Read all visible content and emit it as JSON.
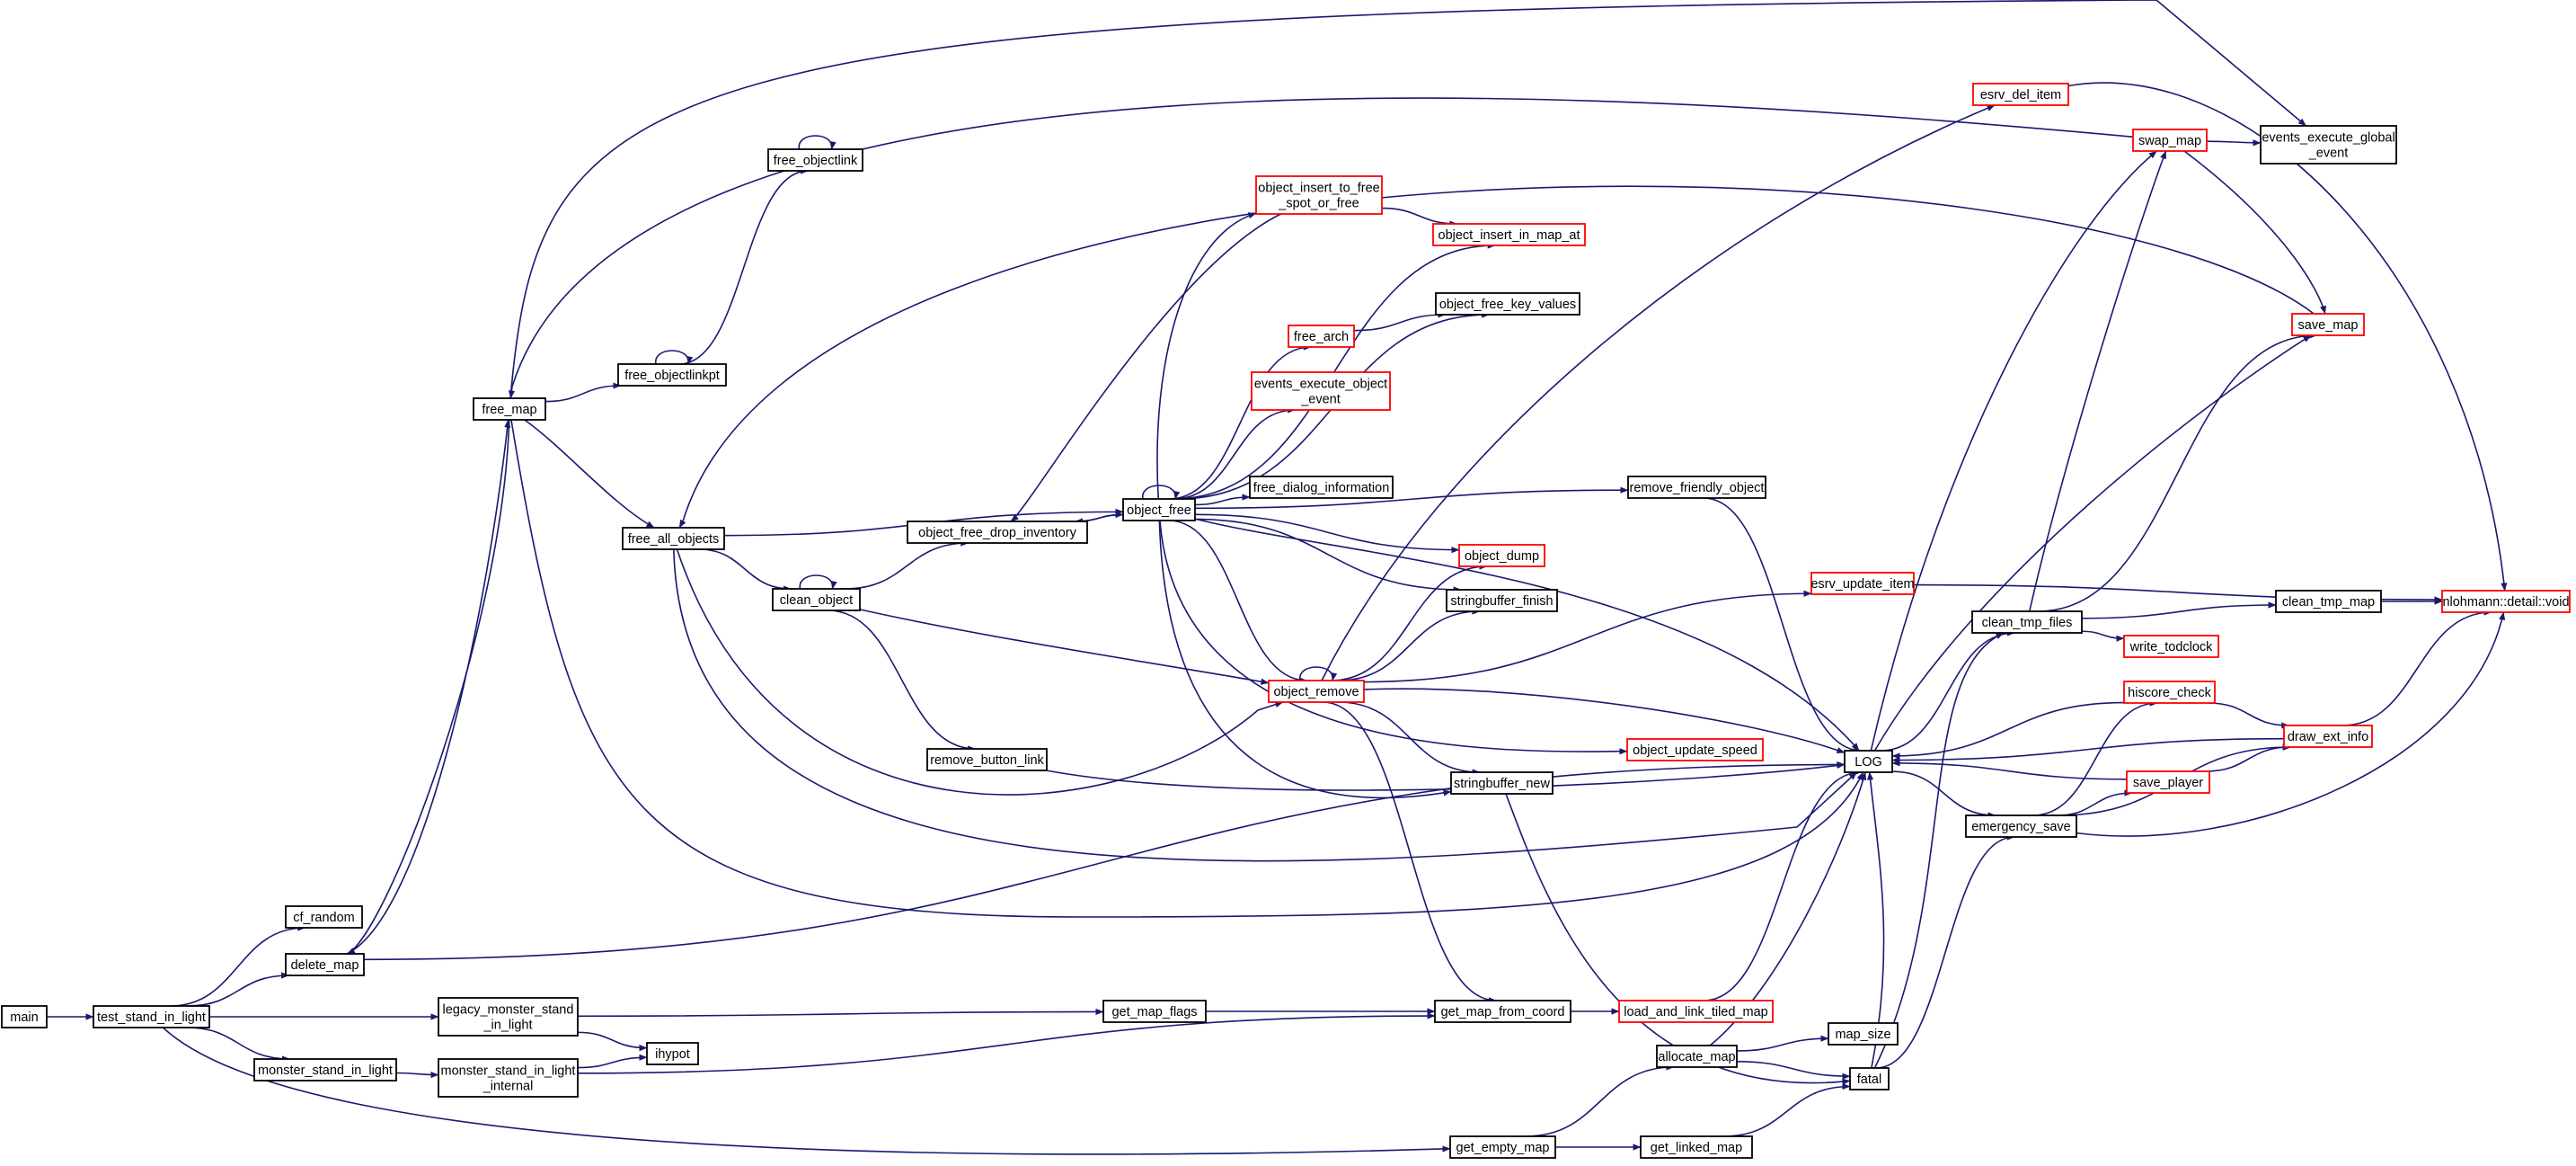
{
  "colors": {
    "edge": "#191970",
    "node_border": "#000000",
    "node_border_incomplete": "#ff0000",
    "root_fill": "#bfbfbf",
    "node_fill": "#ffffff"
  },
  "nodes": [
    {
      "id": "main",
      "label": [
        "main"
      ],
      "style": "root"
    },
    {
      "id": "test_stand_in_light",
      "label": [
        "test_stand_in_light"
      ],
      "style": "normal"
    },
    {
      "id": "cf_random",
      "label": [
        "cf_random"
      ],
      "style": "normal"
    },
    {
      "id": "delete_map",
      "label": [
        "delete_map"
      ],
      "style": "normal"
    },
    {
      "id": "legacy_monster_stand_in_light",
      "label": [
        "legacy_monster_stand",
        "_in_light"
      ],
      "style": "normal"
    },
    {
      "id": "monster_stand_in_light",
      "label": [
        "monster_stand_in_light"
      ],
      "style": "normal"
    },
    {
      "id": "monster_stand_in_light_internal",
      "label": [
        "monster_stand_in_light",
        "_internal"
      ],
      "style": "normal"
    },
    {
      "id": "ihypot",
      "label": [
        "ihypot"
      ],
      "style": "normal"
    },
    {
      "id": "free_map",
      "label": [
        "free_map"
      ],
      "style": "normal"
    },
    {
      "id": "free_objectlinkpt",
      "label": [
        "free_objectlinkpt"
      ],
      "style": "normal"
    },
    {
      "id": "free_objectlink",
      "label": [
        "free_objectlink"
      ],
      "style": "normal"
    },
    {
      "id": "free_all_objects",
      "label": [
        "free_all_objects"
      ],
      "style": "normal"
    },
    {
      "id": "clean_object",
      "label": [
        "clean_object"
      ],
      "style": "normal"
    },
    {
      "id": "object_free_drop_inventory",
      "label": [
        "object_free_drop_inventory"
      ],
      "style": "normal"
    },
    {
      "id": "object_free",
      "label": [
        "object_free"
      ],
      "style": "normal"
    },
    {
      "id": "remove_button_link",
      "label": [
        "remove_button_link"
      ],
      "style": "normal"
    },
    {
      "id": "object_insert_to_free_spot_or_free",
      "label": [
        "object_insert_to_free",
        "_spot_or_free"
      ],
      "style": "incomplete"
    },
    {
      "id": "object_insert_in_map_at",
      "label": [
        "object_insert_in_map_at"
      ],
      "style": "incomplete"
    },
    {
      "id": "object_free_key_values",
      "label": [
        "object_free_key_values"
      ],
      "style": "normal"
    },
    {
      "id": "free_arch",
      "label": [
        "free_arch"
      ],
      "style": "incomplete"
    },
    {
      "id": "events_execute_object_event",
      "label": [
        "events_execute_object",
        "_event"
      ],
      "style": "incomplete"
    },
    {
      "id": "free_dialog_information",
      "label": [
        "free_dialog_information"
      ],
      "style": "normal"
    },
    {
      "id": "object_dump",
      "label": [
        "object_dump"
      ],
      "style": "incomplete"
    },
    {
      "id": "stringbuffer_finish",
      "label": [
        "stringbuffer_finish"
      ],
      "style": "normal"
    },
    {
      "id": "object_remove",
      "label": [
        "object_remove"
      ],
      "style": "incomplete"
    },
    {
      "id": "stringbuffer_new",
      "label": [
        "stringbuffer_new"
      ],
      "style": "normal"
    },
    {
      "id": "remove_friendly_object",
      "label": [
        "remove_friendly_object"
      ],
      "style": "normal"
    },
    {
      "id": "object_update_speed",
      "label": [
        "object_update_speed"
      ],
      "style": "incomplete"
    },
    {
      "id": "esrv_update_item",
      "label": [
        "esrv_update_item"
      ],
      "style": "incomplete"
    },
    {
      "id": "esrv_del_item",
      "label": [
        "esrv_del_item"
      ],
      "style": "incomplete"
    },
    {
      "id": "get_map_flags",
      "label": [
        "get_map_flags"
      ],
      "style": "normal"
    },
    {
      "id": "get_map_from_coord",
      "label": [
        "get_map_from_coord"
      ],
      "style": "normal"
    },
    {
      "id": "load_and_link_tiled_map",
      "label": [
        "load_and_link_tiled_map"
      ],
      "style": "incomplete"
    },
    {
      "id": "get_empty_map",
      "label": [
        "get_empty_map"
      ],
      "style": "normal"
    },
    {
      "id": "allocate_map",
      "label": [
        "allocate_map"
      ],
      "style": "normal"
    },
    {
      "id": "map_size",
      "label": [
        "map_size"
      ],
      "style": "normal"
    },
    {
      "id": "get_linked_map",
      "label": [
        "get_linked_map"
      ],
      "style": "normal"
    },
    {
      "id": "fatal",
      "label": [
        "fatal"
      ],
      "style": "normal"
    },
    {
      "id": "LOG",
      "label": [
        "LOG"
      ],
      "style": "normal"
    },
    {
      "id": "clean_tmp_files",
      "label": [
        "clean_tmp_files"
      ],
      "style": "normal"
    },
    {
      "id": "emergency_save",
      "label": [
        "emergency_save"
      ],
      "style": "normal"
    },
    {
      "id": "swap_map",
      "label": [
        "swap_map"
      ],
      "style": "incomplete"
    },
    {
      "id": "events_execute_global_event",
      "label": [
        "events_execute_global",
        "_event"
      ],
      "style": "normal"
    },
    {
      "id": "save_map",
      "label": [
        "save_map"
      ],
      "style": "incomplete"
    },
    {
      "id": "clean_tmp_map",
      "label": [
        "clean_tmp_map"
      ],
      "style": "normal"
    },
    {
      "id": "write_todclock",
      "label": [
        "write_todclock"
      ],
      "style": "incomplete"
    },
    {
      "id": "hiscore_check",
      "label": [
        "hiscore_check"
      ],
      "style": "incomplete"
    },
    {
      "id": "save_player",
      "label": [
        "save_player"
      ],
      "style": "incomplete"
    },
    {
      "id": "draw_ext_info",
      "label": [
        "draw_ext_info"
      ],
      "style": "incomplete"
    },
    {
      "id": "nlohmann_detail_void",
      "label": [
        "nlohmann::detail::void"
      ],
      "style": "incomplete"
    }
  ],
  "edges": [
    [
      "main",
      "test_stand_in_light"
    ],
    [
      "test_stand_in_light",
      "cf_random"
    ],
    [
      "test_stand_in_light",
      "delete_map"
    ],
    [
      "test_stand_in_light",
      "legacy_monster_stand_in_light"
    ],
    [
      "test_stand_in_light",
      "monster_stand_in_light"
    ],
    [
      "test_stand_in_light",
      "get_empty_map"
    ],
    [
      "delete_map",
      "free_map"
    ],
    [
      "delete_map",
      "LOG"
    ],
    [
      "free_map",
      "delete_map"
    ],
    [
      "free_map",
      "free_objectlinkpt"
    ],
    [
      "free_map",
      "free_all_objects"
    ],
    [
      "free_map",
      "LOG"
    ],
    [
      "free_map",
      "events_execute_global_event"
    ],
    [
      "free_objectlinkpt",
      "free_objectlink"
    ],
    [
      "free_objectlinkpt",
      "free_objectlinkpt"
    ],
    [
      "free_objectlink",
      "free_objectlink"
    ],
    [
      "free_all_objects",
      "clean_object"
    ],
    [
      "free_all_objects",
      "object_free"
    ],
    [
      "free_all_objects",
      "object_remove"
    ],
    [
      "free_all_objects",
      "LOG"
    ],
    [
      "clean_object",
      "clean_object"
    ],
    [
      "clean_object",
      "object_free_drop_inventory"
    ],
    [
      "clean_object",
      "object_remove"
    ],
    [
      "clean_object",
      "remove_button_link"
    ],
    [
      "object_free_drop_inventory",
      "object_free"
    ],
    [
      "object_free",
      "object_free_drop_inventory"
    ],
    [
      "object_free",
      "object_free"
    ],
    [
      "object_free",
      "object_insert_to_free_spot_or_free"
    ],
    [
      "object_free",
      "object_insert_in_map_at"
    ],
    [
      "object_free",
      "object_free_key_values"
    ],
    [
      "object_free",
      "free_arch"
    ],
    [
      "object_free",
      "events_execute_object_event"
    ],
    [
      "object_free",
      "free_dialog_information"
    ],
    [
      "object_free",
      "remove_friendly_object"
    ],
    [
      "object_free",
      "object_dump"
    ],
    [
      "object_free",
      "stringbuffer_finish"
    ],
    [
      "object_free",
      "object_remove"
    ],
    [
      "object_free",
      "stringbuffer_new"
    ],
    [
      "object_free",
      "object_update_speed"
    ],
    [
      "object_free",
      "LOG"
    ],
    [
      "object_insert_to_free_spot_or_free",
      "object_insert_in_map_at"
    ],
    [
      "object_insert_to_free_spot_or_free",
      "object_free_drop_inventory"
    ],
    [
      "free_arch",
      "object_free_key_values"
    ],
    [
      "object_remove",
      "object_remove"
    ],
    [
      "object_remove",
      "object_dump"
    ],
    [
      "object_remove",
      "stringbuffer_finish"
    ],
    [
      "object_remove",
      "stringbuffer_new"
    ],
    [
      "object_remove",
      "esrv_update_item"
    ],
    [
      "object_remove",
      "esrv_del_item"
    ],
    [
      "object_remove",
      "get_map_from_coord"
    ],
    [
      "object_remove",
      "LOG"
    ],
    [
      "remove_button_link",
      "LOG"
    ],
    [
      "remove_friendly_object",
      "LOG"
    ],
    [
      "stringbuffer_new",
      "fatal"
    ],
    [
      "esrv_update_item",
      "nlohmann_detail_void"
    ],
    [
      "esrv_del_item",
      "nlohmann_detail_void"
    ],
    [
      "legacy_monster_stand_in_light",
      "get_map_flags"
    ],
    [
      "legacy_monster_stand_in_light",
      "ihypot"
    ],
    [
      "monster_stand_in_light",
      "monster_stand_in_light_internal"
    ],
    [
      "monster_stand_in_light_internal",
      "ihypot"
    ],
    [
      "monster_stand_in_light_internal",
      "get_map_from_coord"
    ],
    [
      "get_map_flags",
      "get_map_from_coord"
    ],
    [
      "get_map_from_coord",
      "load_and_link_tiled_map"
    ],
    [
      "load_and_link_tiled_map",
      "LOG"
    ],
    [
      "get_empty_map",
      "allocate_map"
    ],
    [
      "get_empty_map",
      "get_linked_map"
    ],
    [
      "allocate_map",
      "map_size"
    ],
    [
      "allocate_map",
      "fatal"
    ],
    [
      "allocate_map",
      "LOG"
    ],
    [
      "get_linked_map",
      "fatal"
    ],
    [
      "fatal",
      "LOG"
    ],
    [
      "fatal",
      "clean_tmp_files"
    ],
    [
      "fatal",
      "emergency_save"
    ],
    [
      "LOG",
      "clean_tmp_files"
    ],
    [
      "LOG",
      "emergency_save"
    ],
    [
      "LOG",
      "swap_map"
    ],
    [
      "LOG",
      "save_map"
    ],
    [
      "clean_tmp_files",
      "swap_map"
    ],
    [
      "clean_tmp_files",
      "save_map"
    ],
    [
      "clean_tmp_files",
      "clean_tmp_map"
    ],
    [
      "clean_tmp_files",
      "write_todclock"
    ],
    [
      "clean_tmp_map",
      "nlohmann_detail_void"
    ],
    [
      "swap_map",
      "events_execute_global_event"
    ],
    [
      "swap_map",
      "save_map"
    ],
    [
      "swap_map",
      "free_map"
    ],
    [
      "save_map",
      "free_all_objects"
    ],
    [
      "emergency_save",
      "hiscore_check"
    ],
    [
      "emergency_save",
      "save_player"
    ],
    [
      "emergency_save",
      "draw_ext_info"
    ],
    [
      "emergency_save",
      "nlohmann_detail_void"
    ],
    [
      "hiscore_check",
      "draw_ext_info"
    ],
    [
      "hiscore_check",
      "LOG"
    ],
    [
      "save_player",
      "draw_ext_info"
    ],
    [
      "save_player",
      "LOG"
    ],
    [
      "draw_ext_info",
      "LOG"
    ],
    [
      "draw_ext_info",
      "nlohmann_detail_void"
    ]
  ]
}
